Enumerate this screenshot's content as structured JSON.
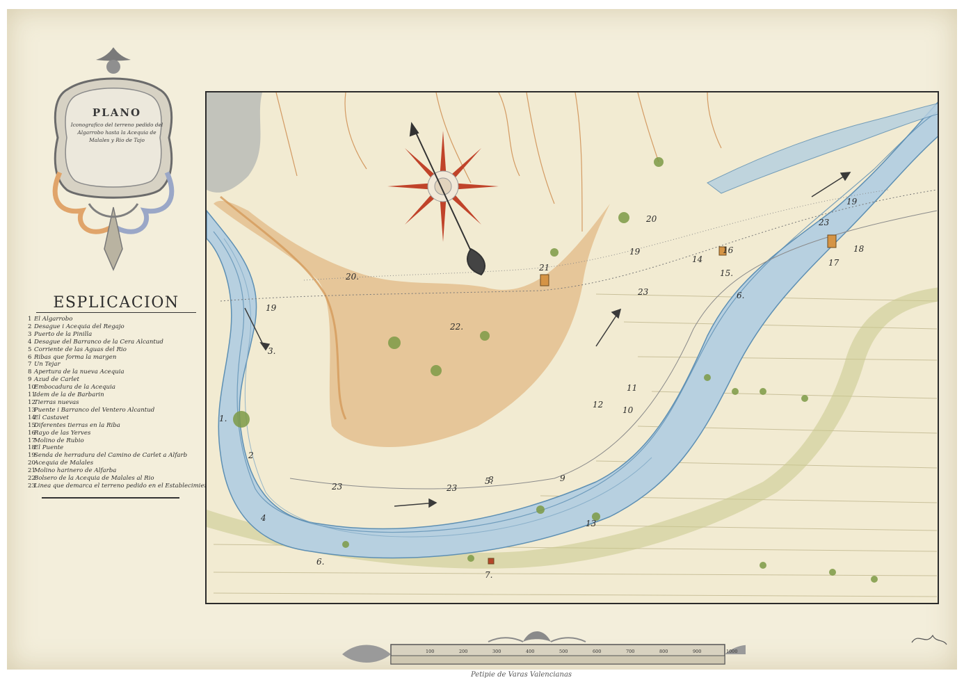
{
  "cartouche": {
    "title": "PLANO",
    "subtitle": "Iconografico del terreno pedido del Algarrobo hasta la Acequia de Malales y Rio de Tajo"
  },
  "legend": {
    "title": "ESPLICACION",
    "items": [
      {
        "n": "1",
        "text": "El Algarrobo"
      },
      {
        "n": "2",
        "text": "Desague i Acequia del Regajo"
      },
      {
        "n": "3",
        "text": "Puerto de la Pinilla"
      },
      {
        "n": "4",
        "text": "Desague del Barranco de la Cera Alcantud"
      },
      {
        "n": "5",
        "text": "Corriente de las Aguas del Rio"
      },
      {
        "n": "6",
        "text": "Ribas que forma la margen"
      },
      {
        "n": "7",
        "text": "Un Tejar"
      },
      {
        "n": "8",
        "text": "Apertura de la nueva Acequia"
      },
      {
        "n": "9",
        "text": "Azud de Carlet"
      },
      {
        "n": "10",
        "text": "Embocadura de la Acequia"
      },
      {
        "n": "11",
        "text": "Idem de la de Barbarin"
      },
      {
        "n": "12",
        "text": "Tierras nuevas"
      },
      {
        "n": "13",
        "text": "Puente i Barranco del Ventero Alcantud"
      },
      {
        "n": "14",
        "text": "El Castavet"
      },
      {
        "n": "15",
        "text": "Diferentes tierras en la Riba"
      },
      {
        "n": "16",
        "text": "Rayo de las Yerves"
      },
      {
        "n": "17",
        "text": "Molino de Rubio"
      },
      {
        "n": "18",
        "text": "El Puente"
      },
      {
        "n": "19",
        "text": "Senda de herradura del Camino de Carlet a Alfarb"
      },
      {
        "n": "20",
        "text": "Acequia de Malales"
      },
      {
        "n": "21",
        "text": "Molino harinero de Alfarba"
      },
      {
        "n": "22",
        "text": "Bolsero de la Acequia de Malales al Rio"
      },
      {
        "n": "23",
        "text": "Linea que demarca el terreno pedido en el Establecimiento"
      }
    ]
  },
  "map_labels": [
    {
      "id": "1",
      "text": "1."
    },
    {
      "id": "2",
      "text": "2"
    },
    {
      "id": "3",
      "text": "3."
    },
    {
      "id": "4",
      "text": "4"
    },
    {
      "id": "5",
      "text": "5."
    },
    {
      "id": "6a",
      "text": "6."
    },
    {
      "id": "6b",
      "text": "6."
    },
    {
      "id": "7",
      "text": "7."
    },
    {
      "id": "8",
      "text": "8"
    },
    {
      "id": "9",
      "text": "9"
    },
    {
      "id": "10",
      "text": "10"
    },
    {
      "id": "11",
      "text": "11"
    },
    {
      "id": "12",
      "text": "12"
    },
    {
      "id": "13",
      "text": "13"
    },
    {
      "id": "14",
      "text": "14"
    },
    {
      "id": "15",
      "text": "15."
    },
    {
      "id": "16",
      "text": "16"
    },
    {
      "id": "17",
      "text": "17"
    },
    {
      "id": "18",
      "text": "18"
    },
    {
      "id": "19a",
      "text": "19"
    },
    {
      "id": "19b",
      "text": "19"
    },
    {
      "id": "19c",
      "text": "19"
    },
    {
      "id": "20a",
      "text": "20."
    },
    {
      "id": "20b",
      "text": "20"
    },
    {
      "id": "21",
      "text": "21"
    },
    {
      "id": "22",
      "text": "22."
    },
    {
      "id": "23a",
      "text": "23"
    },
    {
      "id": "23b",
      "text": "23"
    },
    {
      "id": "23c",
      "text": "23"
    },
    {
      "id": "23d",
      "text": "23"
    }
  ],
  "scale": {
    "caption": "Petipie de Varas Valencianas",
    "ticks": [
      "100",
      "200",
      "300",
      "400",
      "500",
      "600",
      "700",
      "800",
      "900",
      "1000"
    ]
  },
  "colors": {
    "river": "#8fb4cf",
    "river_line": "#5d8fb3",
    "terrain": "#e2b985",
    "vegetation": "#7d9a46",
    "compass_red": "#c0432a",
    "paper": "#f3eedb"
  },
  "icons": [
    "compass-rose-icon",
    "north-arrow-icon",
    "flow-arrow-icon",
    "mill-building-icon",
    "ribbon-ornament-icon"
  ]
}
